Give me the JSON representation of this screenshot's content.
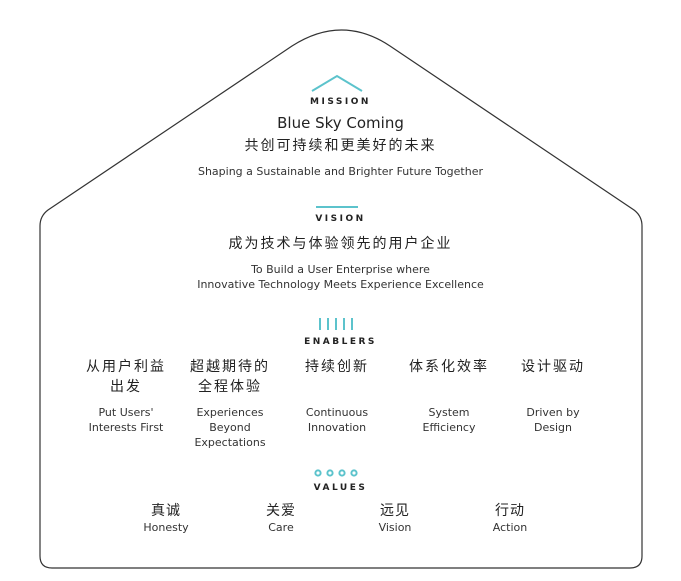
{
  "colors": {
    "accent": "#5cc3cc",
    "outline": "#333333",
    "text": "#222222"
  },
  "mission": {
    "icon": "roof-icon",
    "label": "MISSION",
    "title_en": "Blue Sky Coming",
    "title_cn": "共创可持续和更美好的未来",
    "subtitle": "Shaping a Sustainable and Brighter Future Together"
  },
  "vision": {
    "icon": "bar-icon",
    "label": "VISION",
    "title_cn": "成为技术与体验领先的用户企业",
    "line1": "To Build a User Enterprise where",
    "line2": "Innovative Technology Meets Experience Excellence"
  },
  "enablers": {
    "icon": "pillars-icon",
    "label": "ENABLERS",
    "items": [
      {
        "cn": "从用户利益\n出发",
        "en": "Put Users'\nInterests First"
      },
      {
        "cn": "超越期待的\n全程体验",
        "en": "Experiences\nBeyond\nExpectations"
      },
      {
        "cn": "持续创新",
        "en": "Continuous\nInnovation"
      },
      {
        "cn": "体系化效率",
        "en": "System\nEfficiency"
      },
      {
        "cn": "设计驱动",
        "en": "Driven by\nDesign"
      }
    ]
  },
  "values": {
    "icon": "dots-icon",
    "label": "VALUES",
    "items": [
      {
        "cn": "真诚",
        "en": "Honesty"
      },
      {
        "cn": "关爱",
        "en": "Care"
      },
      {
        "cn": "远见",
        "en": "Vision"
      },
      {
        "cn": "行动",
        "en": "Action"
      }
    ]
  }
}
